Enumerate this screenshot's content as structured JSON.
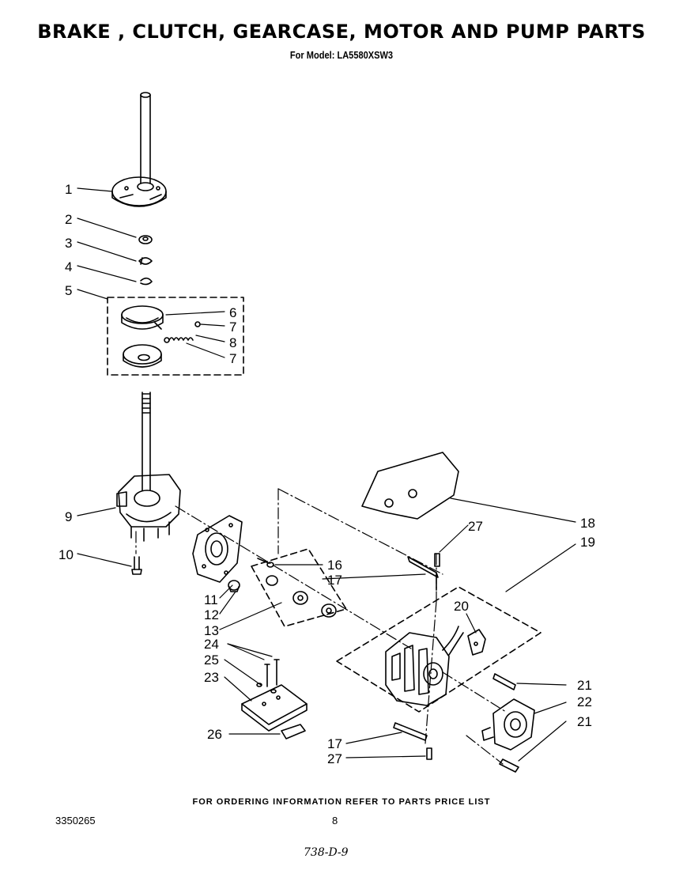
{
  "header": {
    "title": "BRAKE , CLUTCH, GEARCASE, MOTOR AND PUMP PARTS",
    "subtitle": "For Model: LA5580XSW3"
  },
  "callouts": [
    "1",
    "2",
    "3",
    "4",
    "5",
    "6",
    "7",
    "8",
    "7",
    "9",
    "10",
    "11",
    "12",
    "13",
    "16",
    "17",
    "18",
    "19",
    "20",
    "21",
    "22",
    "21",
    "24",
    "25",
    "23",
    "26",
    "17",
    "27",
    "27"
  ],
  "footer": {
    "ordering_note": "FOR ORDERING INFORMATION REFER TO PARTS PRICE LIST",
    "doc_number": "3350265",
    "page_number": "8",
    "handwritten_code": "738-D-9"
  }
}
